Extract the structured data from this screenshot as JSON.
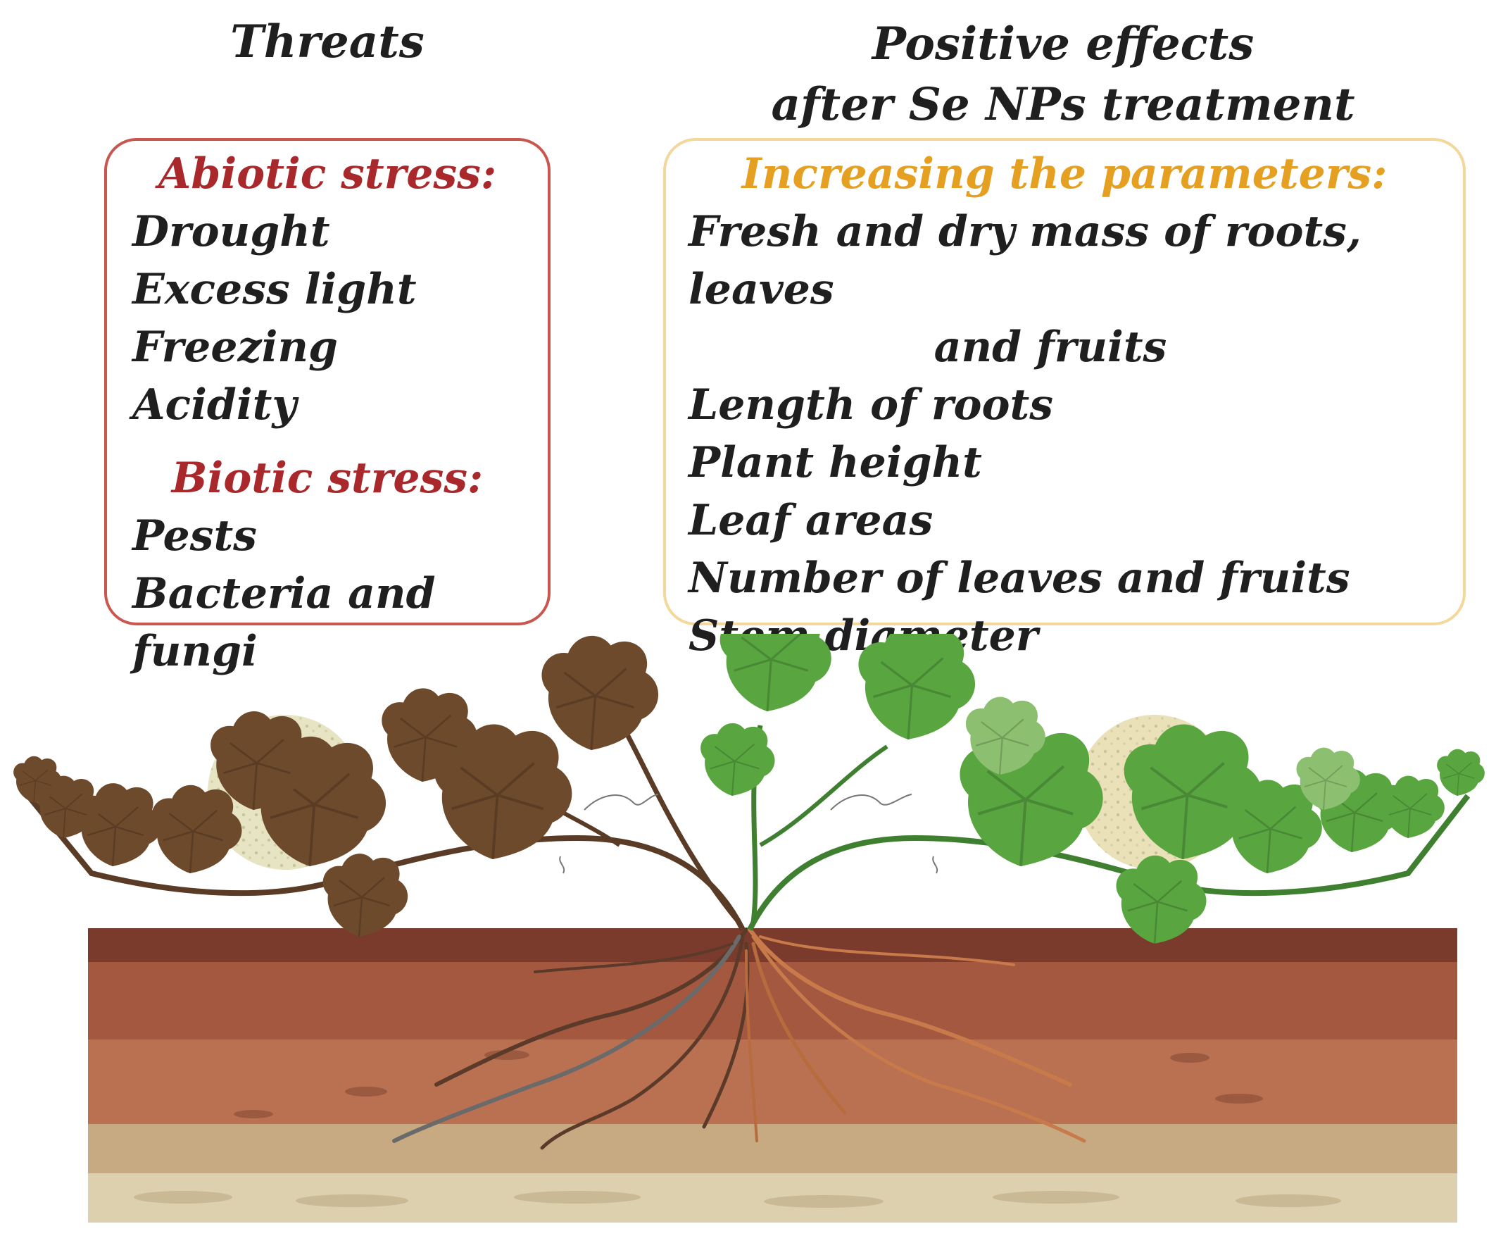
{
  "threats": {
    "title": "Threats",
    "abiotic_heading": "Abiotic stress:",
    "abiotic_items": [
      "Drought",
      "Excess light",
      "Freezing",
      "Acidity"
    ],
    "biotic_heading": "Biotic stress:",
    "biotic_items": [
      "Pests",
      "Bacteria and fungi"
    ]
  },
  "positive": {
    "title_line1": "Positive effects",
    "title_line2": "after Se NPs treatment",
    "heading": "Increasing the parameters:",
    "items": [
      "Fresh and dry mass of roots, leaves",
      "and fruits",
      "Length of roots",
      "Plant height",
      "Leaf areas",
      "Number of leaves and fruits",
      "Stem diameter"
    ]
  },
  "colors": {
    "threat_accent": "#a8282c",
    "threat_border": "#c9574f",
    "positive_accent": "#e5a021",
    "positive_border": "#f4d79a",
    "stressed_plant": "#6b4a2e",
    "healthy_plant": "#4f9a3c",
    "soil_top": "#7a3b2c",
    "soil_mid": "#b0664a",
    "soil_low": "#c8926f",
    "soil_sand": "#d8c8a0",
    "melon": "#e6e4c2"
  }
}
